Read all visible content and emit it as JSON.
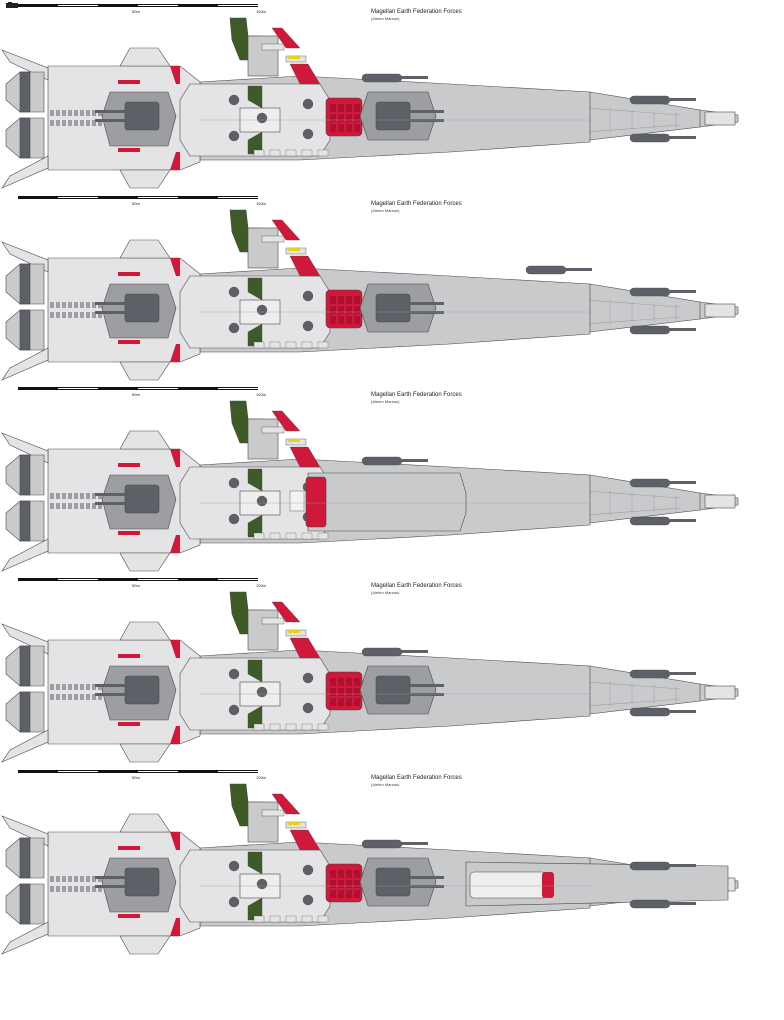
{
  "colors": {
    "hull": "#c9cacc",
    "hull_light": "#e4e4e6",
    "hull_dark": "#9c9ea2",
    "turret": "#5d6066",
    "accent_red": "#d0183a",
    "accent_green": "#3e5a26",
    "outline": "#4a4a4a",
    "warning_yellow": "#e6d21e"
  },
  "scale": {
    "mid_label": "50m",
    "end_label": "100m"
  },
  "panels": [
    {
      "title": "Magellan  Earth Federation Forces",
      "author": "(Aleten Marsan)",
      "variant": "standard"
    },
    {
      "title": "Magellan  Earth Federation Forces",
      "author": "(Aleten Marsan)",
      "variant": "raised-bow-gun"
    },
    {
      "title": "Magellan  Earth Federation Forces",
      "author": "(Aleten Marsan)",
      "variant": "hangar-deck"
    },
    {
      "title": "Magellan  Earth Federation Forces",
      "author": "(Aleten Marsan)",
      "variant": "standard-b"
    },
    {
      "title": "Magellan  Earth Federation Forces",
      "author": "(Aleten Marsan)",
      "variant": "extended-bow"
    }
  ]
}
